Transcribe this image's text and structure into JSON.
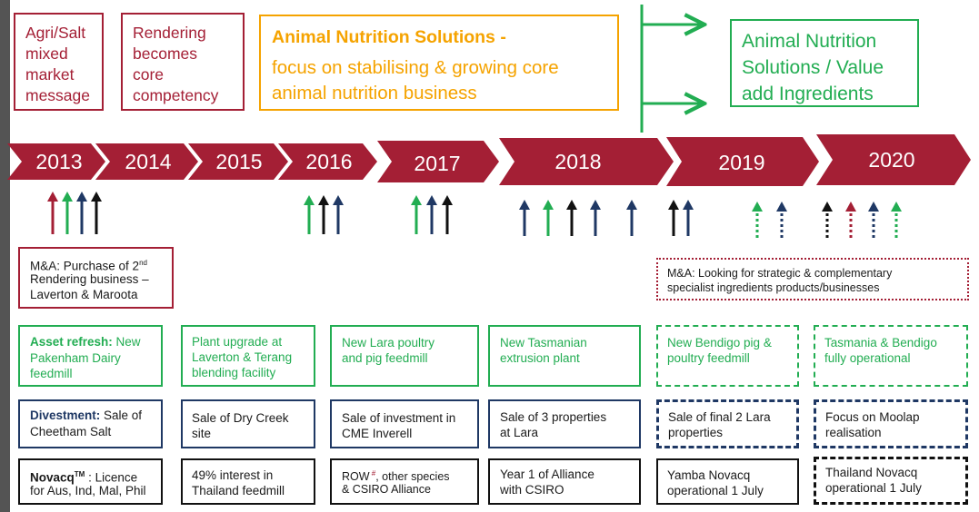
{
  "colors": {
    "red": "#a41f35",
    "green": "#22ad52",
    "navy": "#1f3864",
    "black": "#111111",
    "orange": "#f5a300"
  },
  "top": {
    "agri": "Agri/Salt\nmixed\nmarket\nmessage",
    "rendering": "Rendering\nbecomes\ncore\ncompetency",
    "ans_title": "Animal Nutrition Solutions -",
    "ans_sub": "focus on stabilising & growing core\nanimal nutrition business",
    "value_add": "Animal Nutrition\nSolutions / Value\nadd Ingredients"
  },
  "years": [
    "2013",
    "2014",
    "2015",
    "2016",
    "2017",
    "2018",
    "2019",
    "2020"
  ],
  "ma": {
    "left_a": "M&A: Purchase of 2",
    "left_sup": "nd",
    "left_b": "Rendering business –\nLaverton & Maroota",
    "right": "M&A: Looking for strategic & complementary\nspecialist ingredients products/businesses"
  },
  "asset": {
    "b1_bold": "Asset refresh:",
    "b1_rest": " New",
    "b1_tail": "Pakenham Dairy\nfeedmill",
    "b2": "Plant upgrade at\nLaverton & Terang\nblending facility",
    "b3": "New Lara poultry\nand pig feedmill",
    "b4": "New Tasmanian\nextrusion plant",
    "b5": "New Bendigo pig &\npoultry feedmill",
    "b6": "Tasmania & Bendigo\nfully operational"
  },
  "divest": {
    "b1_bold": "Divestment:",
    "b1_rest": " Sale of",
    "b1_tail": "Cheetham Salt",
    "b2": "Sale of Dry Creek\nsite",
    "b3": "Sale of investment in\nCME Inverell",
    "b4": "Sale of 3 properties\nat Lara",
    "b5": "Sale of final 2 Lara\nproperties",
    "b6": "Focus on Moolap\nrealisation"
  },
  "novacq": {
    "b1_bold": "Novacq",
    "b1_tm": "TM",
    "b1_rest": " : Licence",
    "b1_tail": "for Aus, Ind, Mal, Phil",
    "b2": "49% interest in\nThailand feedmill",
    "b3_a": "ROW",
    "b3_sup": " #",
    "b3_b": ", other species",
    "b3_c": "& CSIRO Alliance",
    "b4": "Year 1 of Alliance\nwith CSIRO",
    "b5": "Yamba Novacq\noperational 1 July",
    "b6": "Thailand Novacq\noperational 1 July"
  }
}
